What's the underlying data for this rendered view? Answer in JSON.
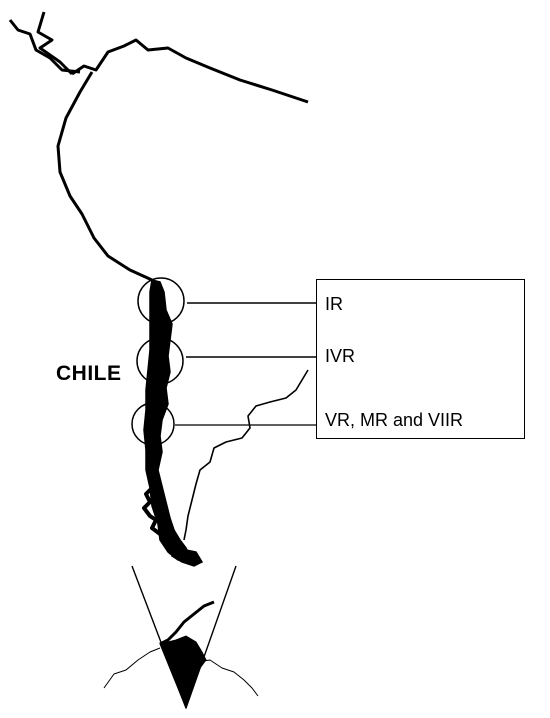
{
  "map": {
    "country_label": "CHILE",
    "regions": [
      {
        "label": "IR"
      },
      {
        "label": "IVR"
      },
      {
        "label": "VR, MR and VIIR"
      }
    ],
    "colors": {
      "line": "#000000",
      "fill": "#000000",
      "background": "#ffffff"
    }
  }
}
